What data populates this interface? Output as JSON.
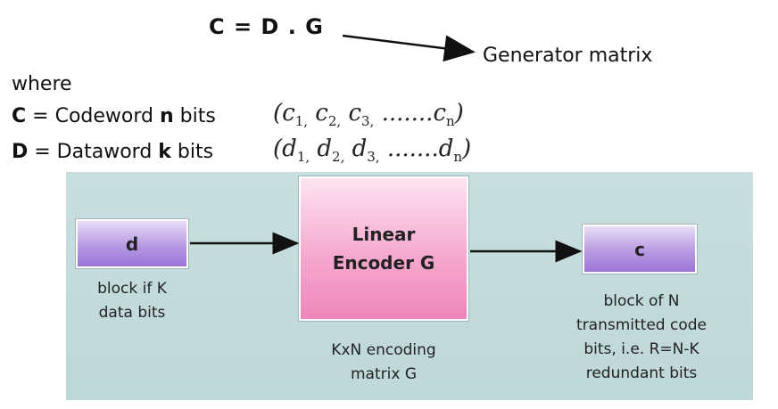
{
  "equation": "C = D . G",
  "annotation": "Generator matrix",
  "where": "where",
  "definitions": [
    {
      "symbol": "C",
      "text_before": " = Codeword ",
      "bold_word": "n",
      "text_after": " bits",
      "tuple": {
        "letter": "c",
        "subs": [
          "1,",
          "2,",
          "3,"
        ],
        "dots": ".......",
        "last_sub": "n"
      }
    },
    {
      "symbol": "D",
      "text_before": " = Dataword ",
      "bold_word": "k",
      "text_after": " bits",
      "tuple": {
        "letter": "d",
        "subs": [
          "1,",
          "2,",
          "3,"
        ],
        "dots": ".......",
        "last_sub": "n"
      }
    }
  ],
  "diagram": {
    "input_box": "d",
    "input_caption": "block if K\ndata bits",
    "encoder_line1": "Linear",
    "encoder_line2": "Encoder G",
    "encoder_caption": "KxN encoding\nmatrix G",
    "output_box": "c",
    "output_caption": "block of N\ntransmitted code\nbits, i.e. R=N-K\nredundant bits"
  }
}
